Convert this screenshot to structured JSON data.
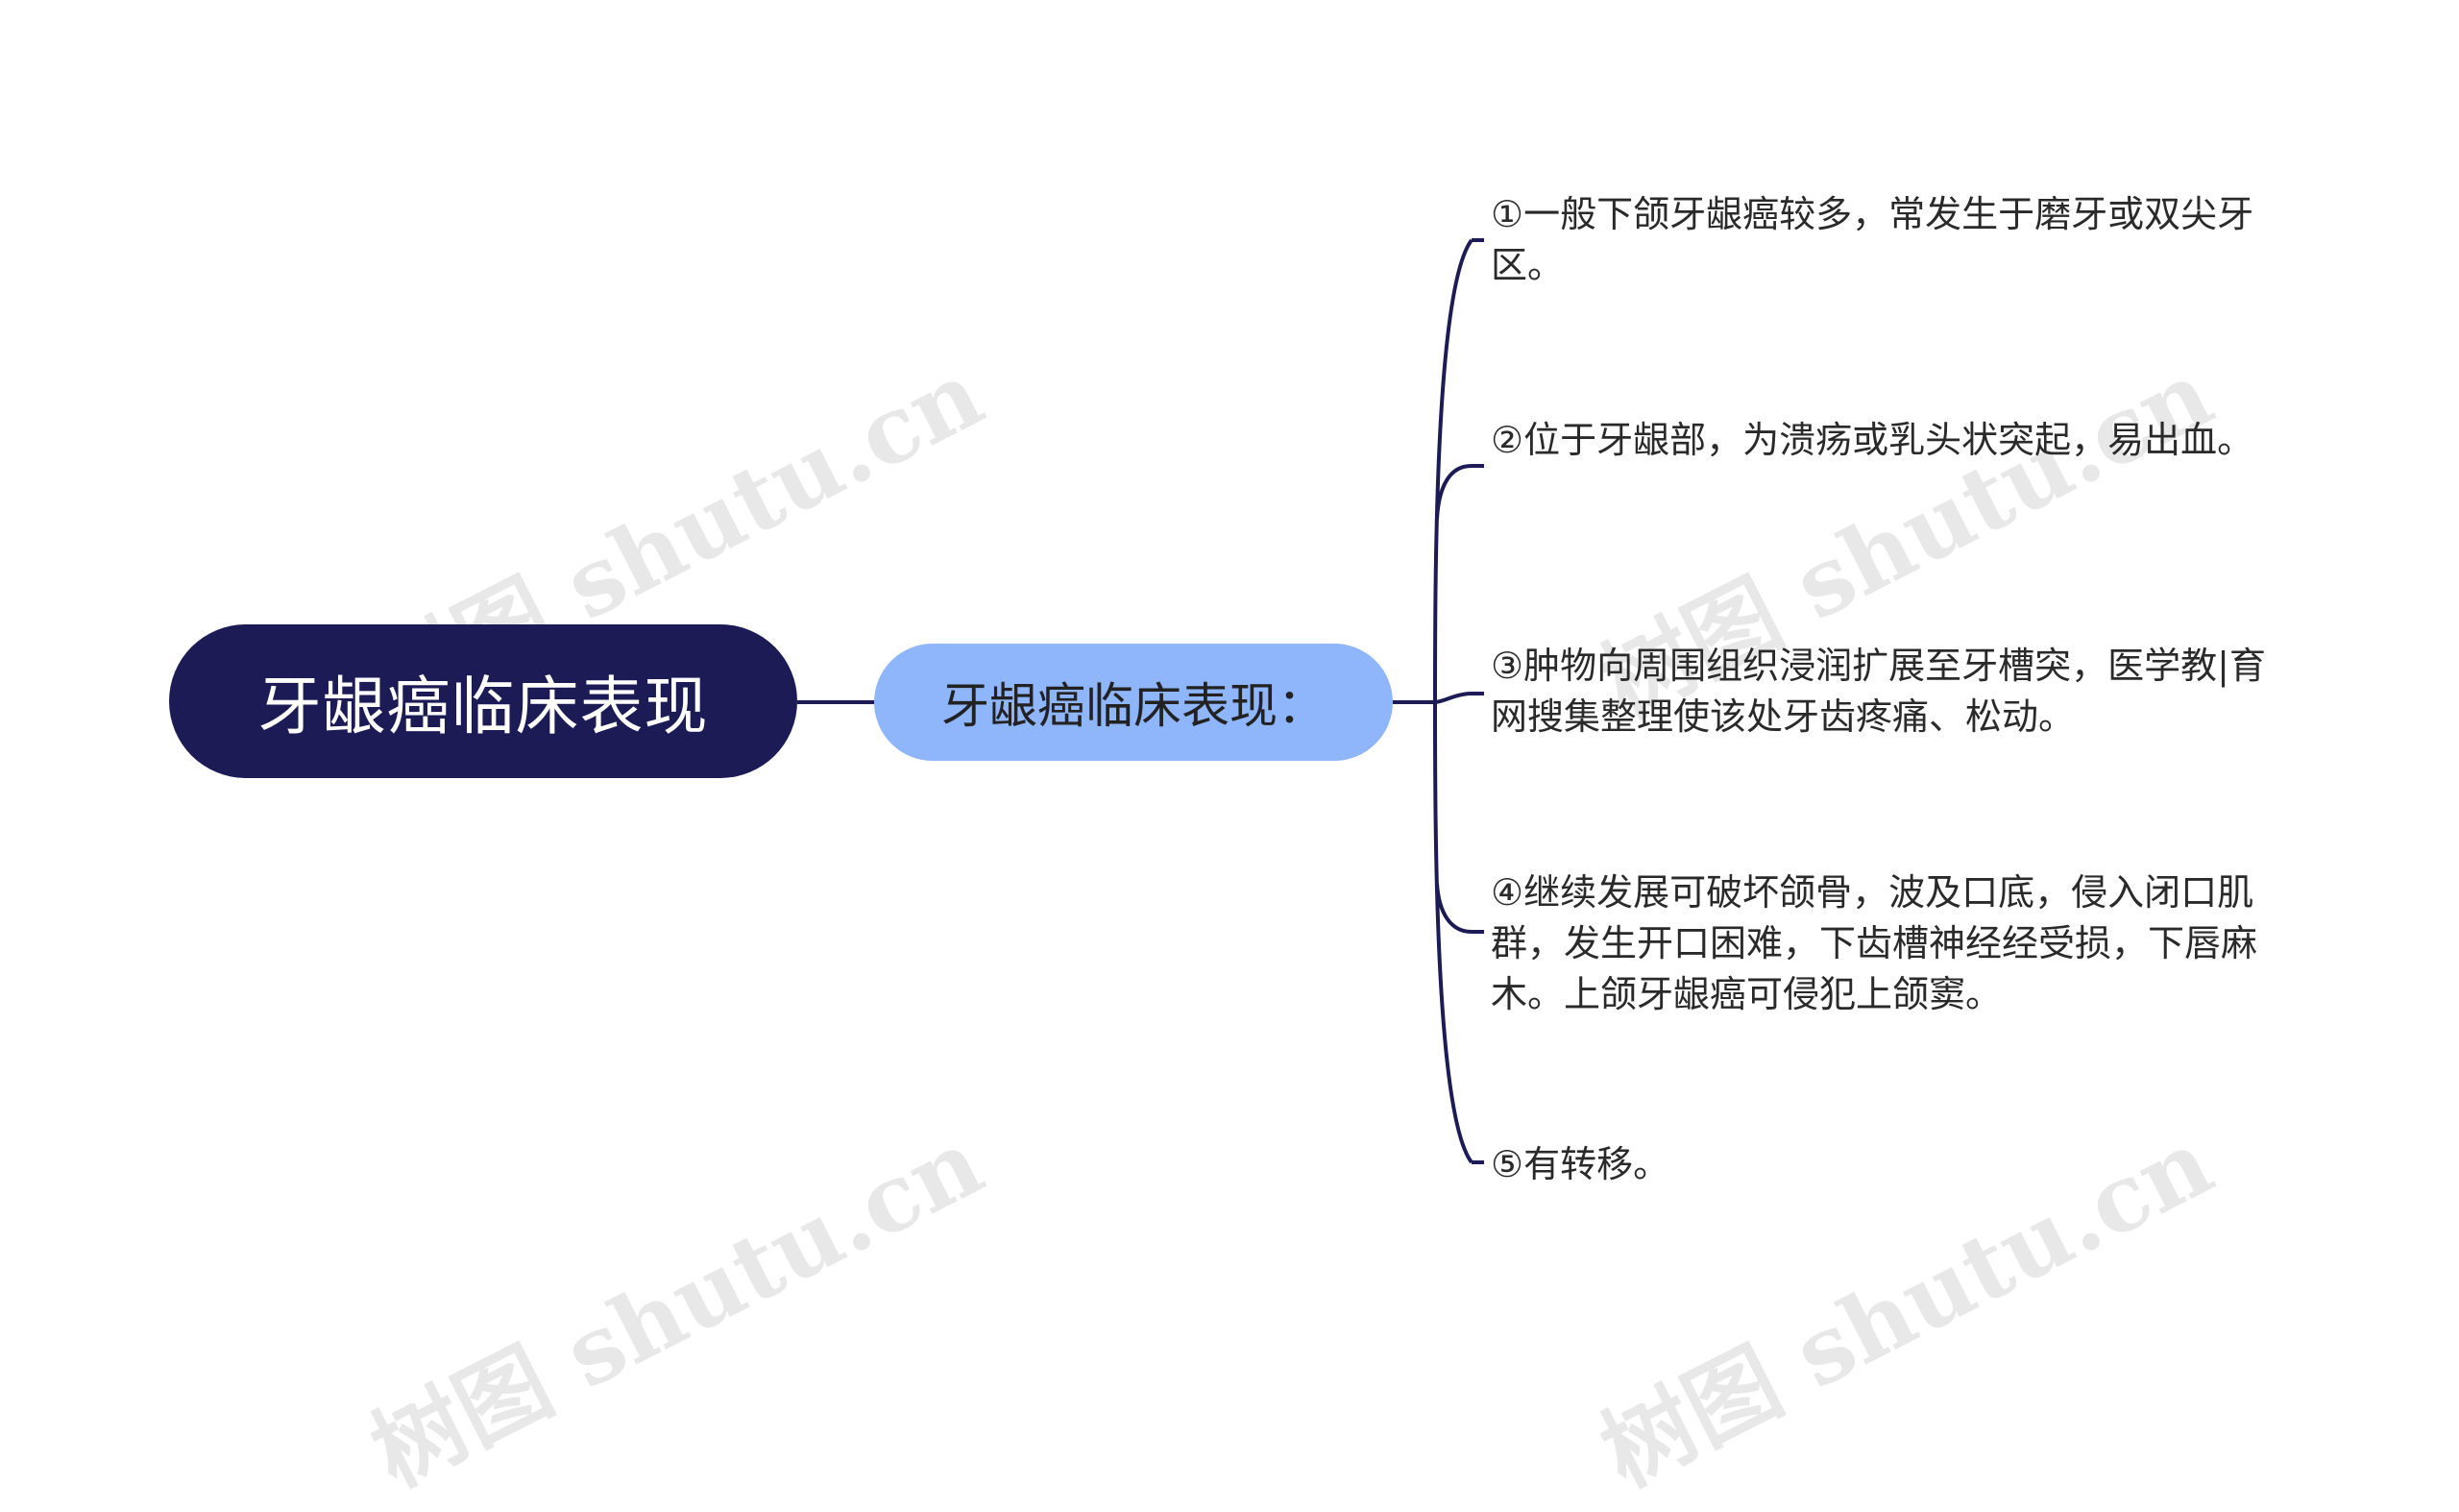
{
  "watermark": {
    "text": "树图 shutu.cn"
  },
  "mindmap": {
    "root": {
      "label": "牙龈癌临床表现"
    },
    "branch": {
      "label": "牙龈癌临床表现："
    },
    "leaves": [
      {
        "text": "①一般下颌牙龈癌较多，常发生于磨牙或双尖牙区。"
      },
      {
        "text": "②位于牙龈部，为溃疡或乳头状突起，易出血。"
      },
      {
        "text": "③肿物向周围组织浸润扩展至牙槽突，医学教|育网搜集整理使该处牙齿疼痛、松动。"
      },
      {
        "text": "④继续发展可破坏颌骨，波及口底，侵入闭口肌群，发生开口困难，下齿槽神经经受损，下唇麻木。上颌牙龈癌可侵犯上颌窦。"
      },
      {
        "text": "⑤有转移。"
      }
    ]
  },
  "colors": {
    "root_fill": "#1c1b56",
    "branch_fill": "#8fb5fb",
    "connector": "#1c1b56",
    "background": "#ffffff"
  }
}
